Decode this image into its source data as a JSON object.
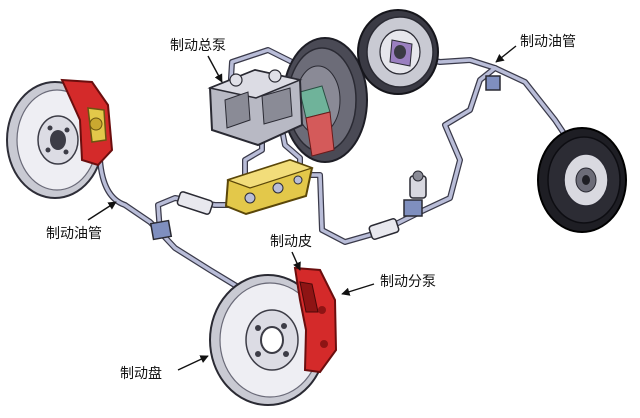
{
  "labels": {
    "master_cylinder": "制动总泵",
    "brake_line_right": "制动油管",
    "brake_line_left": "制动油管",
    "brake_pad": "制动皮",
    "wheel_cylinder": "制动分泵",
    "brake_disc": "制动盘"
  },
  "colors": {
    "caliper_red": "#d42a2a",
    "caliper_dark": "#8e1414",
    "line_gray": "#b9bdd8",
    "line_outline": "#3a3a4a",
    "metal_light": "#e8e8ee",
    "metal_mid": "#a9abb8",
    "metal_dark": "#3c3c46",
    "valve_yellow": "#e3c84a",
    "arrow": "#111111"
  }
}
